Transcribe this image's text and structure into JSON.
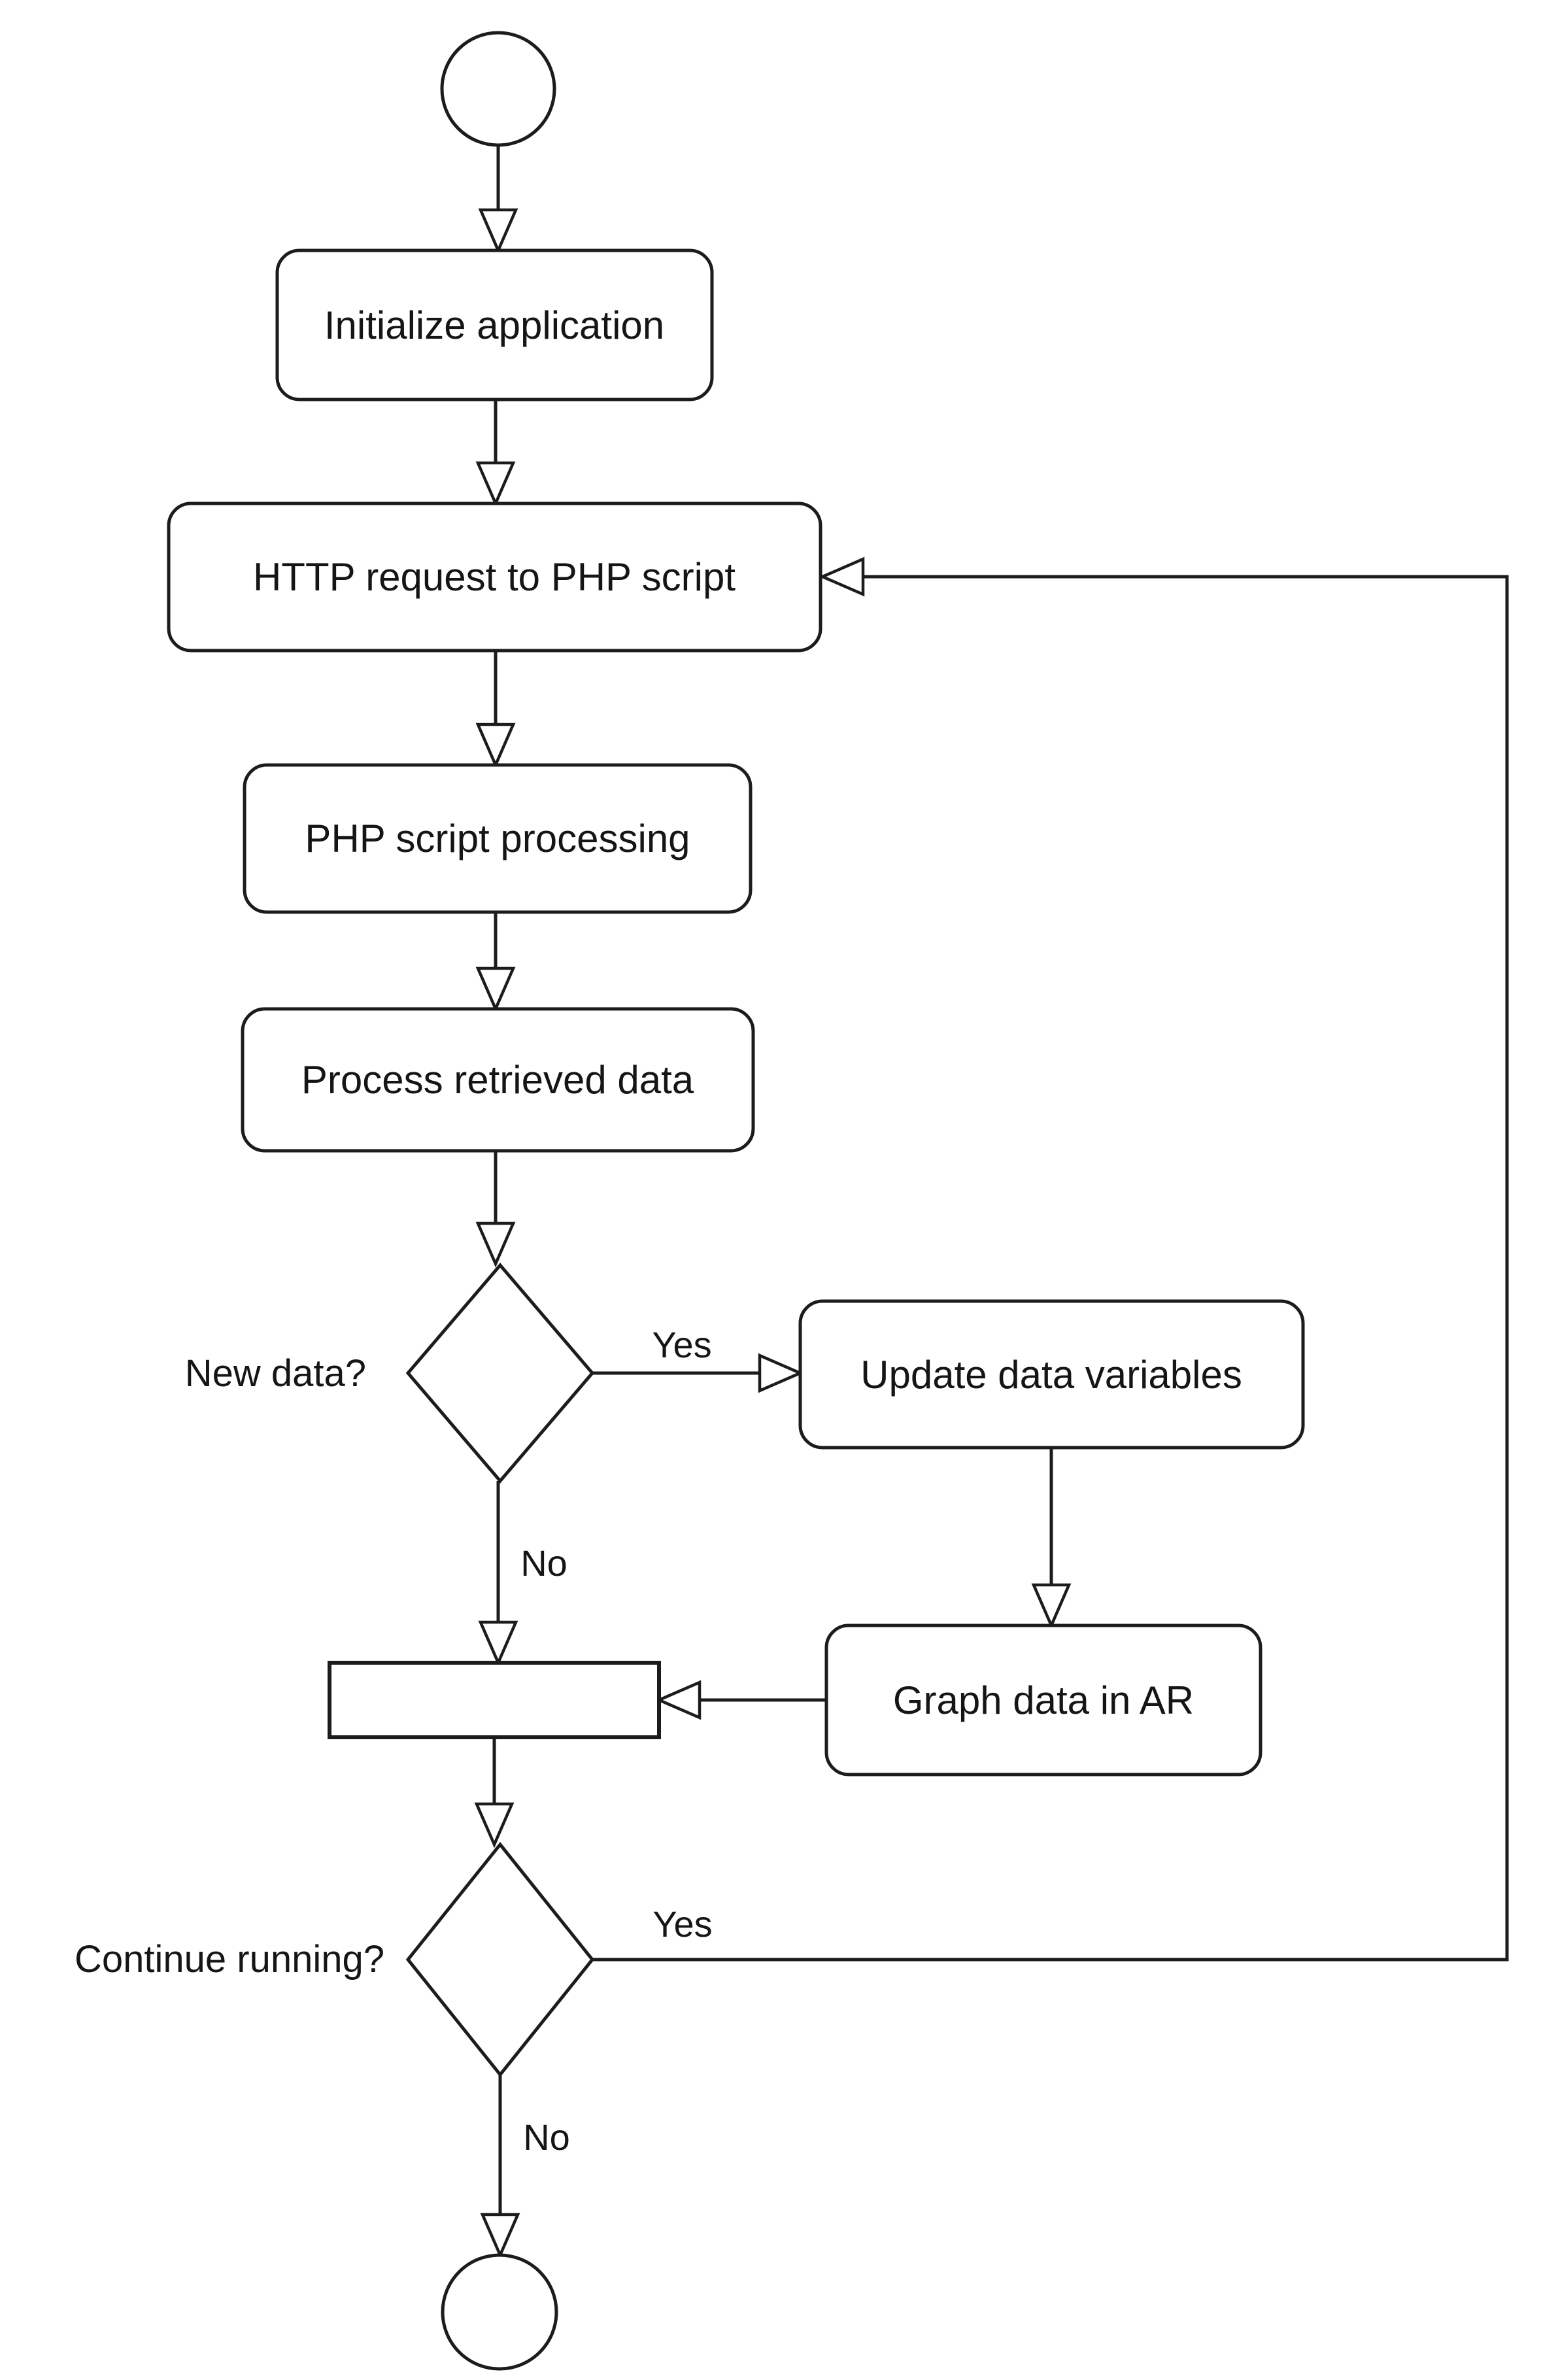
{
  "diagram": {
    "colors": {
      "background": "#ffffff",
      "stroke": "#1c1c1c",
      "text": "#151515"
    },
    "nodes": {
      "initialize": {
        "label": "Initialize application"
      },
      "http_request": {
        "label": "HTTP request to PHP script"
      },
      "php_processing": {
        "label": "PHP script processing"
      },
      "process_retrieved": {
        "label": "Process retrieved data"
      },
      "new_data_decision": {
        "label": "New data?"
      },
      "update_variables": {
        "label": "Update data variables"
      },
      "graph_ar": {
        "label": "Graph data in AR"
      },
      "continue_decision": {
        "label": "Continue running?"
      }
    },
    "edge_labels": {
      "new_data_yes": "Yes",
      "new_data_no": "No",
      "continue_yes": "Yes",
      "continue_no": "No"
    }
  }
}
